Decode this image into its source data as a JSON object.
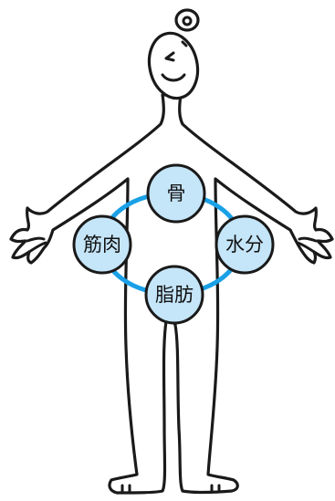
{
  "components": [
    {
      "id": "bone",
      "label": "骨"
    },
    {
      "id": "muscle",
      "label": "筋肉"
    },
    {
      "id": "water",
      "label": "水分"
    },
    {
      "id": "fat",
      "label": "脂肪"
    }
  ],
  "colors": {
    "ring": "#1aa0e6",
    "node_fill": "#c5e5f8",
    "node_stroke": "#1a1a1a",
    "outline": "#1a1a1a",
    "background": "#ffffff"
  },
  "icons": [
    "human-figure-icon"
  ]
}
